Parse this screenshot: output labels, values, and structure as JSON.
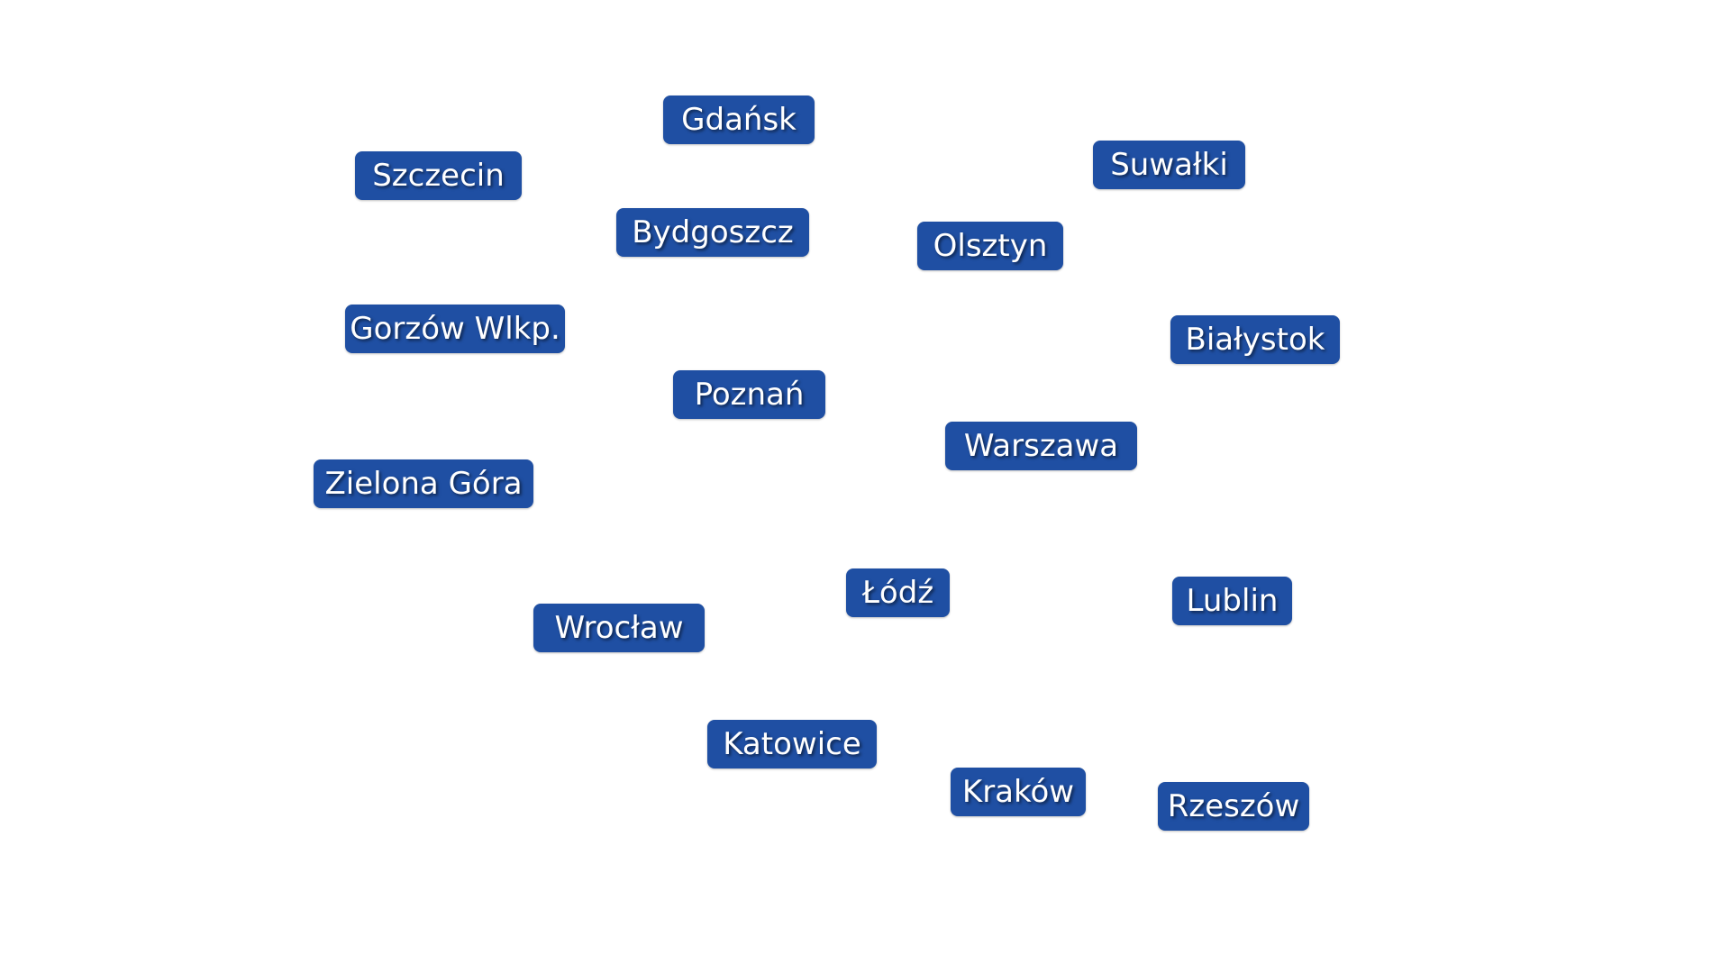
{
  "colors": {
    "background": "#ffffff",
    "label_fill": "#1f4fa3",
    "label_text": "#ffffff"
  },
  "cities": [
    {
      "id": "gdansk",
      "name": "Gdańsk"
    },
    {
      "id": "szczecin",
      "name": "Szczecin"
    },
    {
      "id": "suwalki",
      "name": "Suwałki"
    },
    {
      "id": "bydgoszcz",
      "name": "Bydgoszcz"
    },
    {
      "id": "olsztyn",
      "name": "Olsztyn"
    },
    {
      "id": "gorzow",
      "name": "Gorzów Wlkp."
    },
    {
      "id": "bialystok",
      "name": "Białystok"
    },
    {
      "id": "poznan",
      "name": "Poznań"
    },
    {
      "id": "warszawa",
      "name": "Warszawa"
    },
    {
      "id": "zielona-gora",
      "name": "Zielona Góra"
    },
    {
      "id": "lodz",
      "name": "Łódź"
    },
    {
      "id": "lublin",
      "name": "Lublin"
    },
    {
      "id": "wroclaw",
      "name": "Wrocław"
    },
    {
      "id": "katowice",
      "name": "Katowice"
    },
    {
      "id": "krakow",
      "name": "Kraków"
    },
    {
      "id": "rzeszow",
      "name": "Rzeszów"
    }
  ]
}
